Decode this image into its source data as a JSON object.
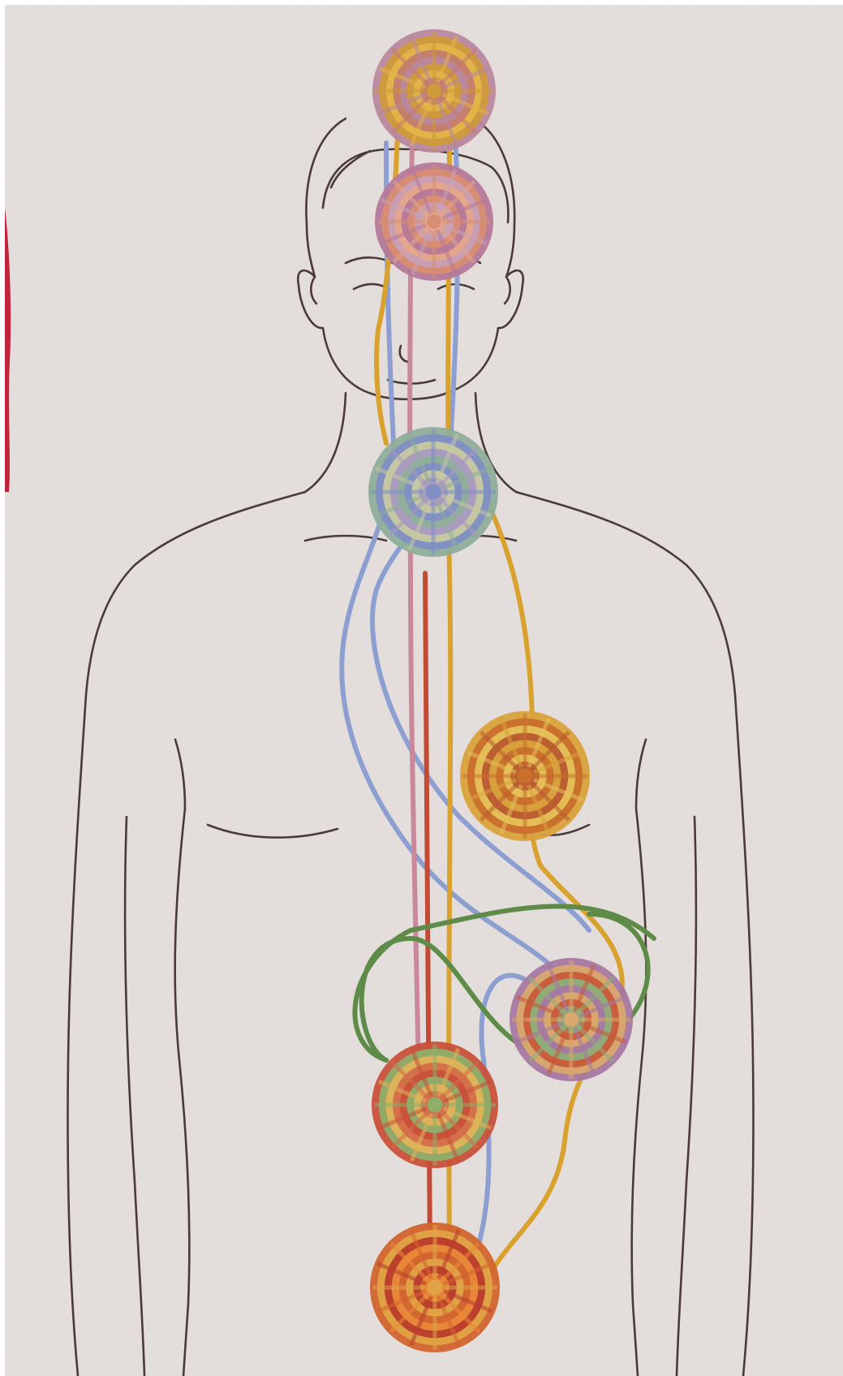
{
  "illustration": {
    "figure": "human-torso-outline",
    "colors": {
      "paper": "#e7e1df",
      "paper_edge": "#d9d0cd",
      "outline": "#4a3a38",
      "left_edge_stain": "#c0243c",
      "yellow_channel": "#d9a22e",
      "pink_channel": "#c9889c",
      "blue_channel": "#8c9fd0",
      "red_channel": "#c34a34",
      "green_channel": "#5e8c48"
    },
    "chakras": [
      {
        "name": "crown",
        "palette": [
          "#b9889e",
          "#cf9a3a",
          "#e2b44a",
          "#c47c6e"
        ]
      },
      {
        "name": "brow",
        "palette": [
          "#b5799a",
          "#d88e72",
          "#c9a0b6",
          "#e5a68a"
        ]
      },
      {
        "name": "throat",
        "palette": [
          "#8fae9a",
          "#7f8fc4",
          "#c7c9a2",
          "#a99ac0"
        ]
      },
      {
        "name": "heart",
        "palette": [
          "#d9a23c",
          "#c96f2c",
          "#e6c15a",
          "#b85a30"
        ]
      },
      {
        "name": "solar-plexus",
        "palette": [
          "#a678a2",
          "#d9a86c",
          "#c85a3a",
          "#8fae7a"
        ]
      },
      {
        "name": "sacral",
        "palette": [
          "#c8503a",
          "#8fae6a",
          "#e0b35a",
          "#d36e4a"
        ]
      },
      {
        "name": "root",
        "palette": [
          "#d2642e",
          "#e0a446",
          "#b83c2c",
          "#e98a3a"
        ]
      }
    ]
  }
}
